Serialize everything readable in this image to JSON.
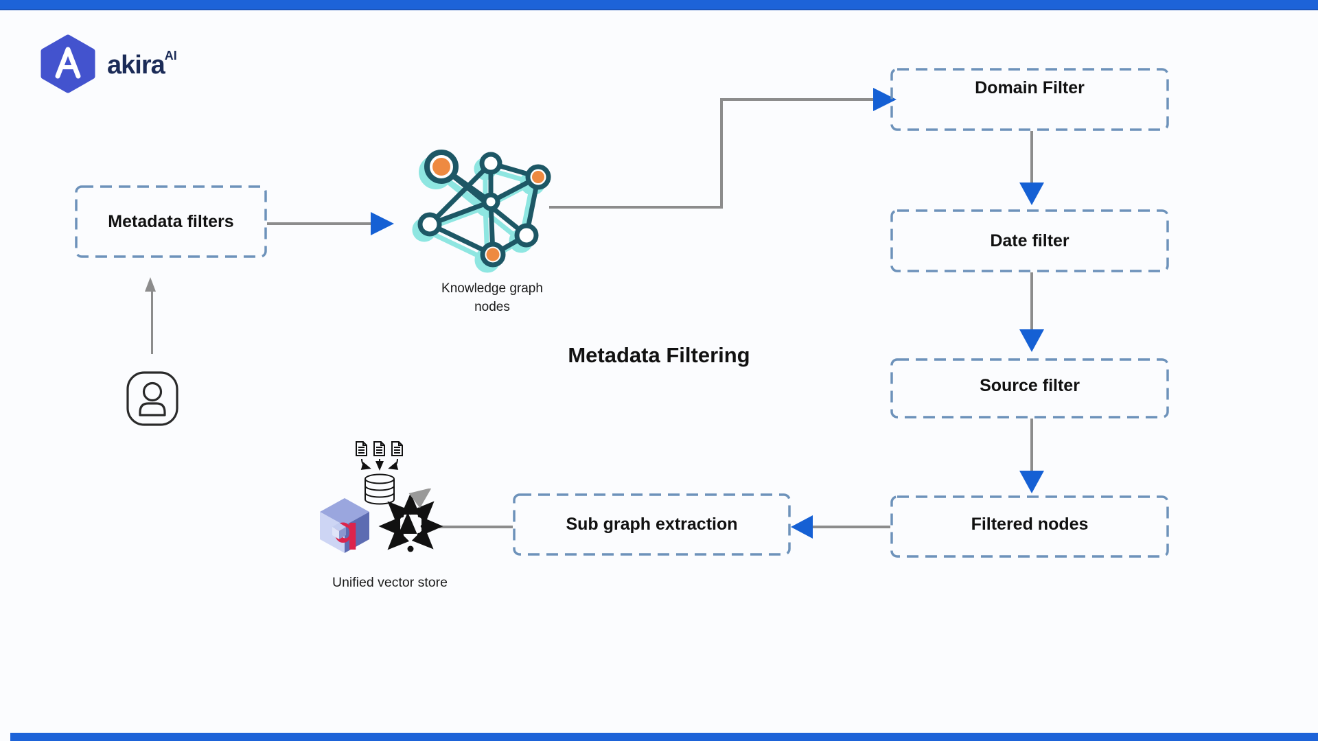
{
  "brand": {
    "name": "akira",
    "suffix": "AI"
  },
  "diagram": {
    "title": "Metadata Filtering",
    "boxes": {
      "metadata_filters": {
        "label": "Metadata filters"
      },
      "domain_filter": {
        "label": "Domain Filter"
      },
      "date_filter": {
        "label": "Date filter"
      },
      "source_filter": {
        "label": "Source filter"
      },
      "filtered_nodes": {
        "label": "Filtered nodes"
      },
      "sub_graph_extraction": {
        "label": "Sub graph extraction"
      }
    },
    "captions": {
      "knowledge_graph": "Knowledge graph nodes",
      "unified_vector_store": "Unified vector store"
    },
    "icons": [
      "akira-hexagon-logo-icon",
      "user-icon",
      "knowledge-graph-icon",
      "documents-database-icon",
      "qdrant-cube-icon",
      "vector-scatter-icon"
    ]
  },
  "colors": {
    "bar": "#1d63d8",
    "background": "#fbfcfe",
    "box_border": "#6d92ba",
    "connector": "#8c8c8c",
    "arrowhead": "#1560d4",
    "text": "#111111",
    "graph_stroke": "#1d5765",
    "graph_shadow": "#8ee6e1",
    "graph_orange": "#ee8a41",
    "logo_hex": "#4353ce",
    "logo_text": "#1b2b57",
    "qdrant_red": "#dc244c"
  }
}
